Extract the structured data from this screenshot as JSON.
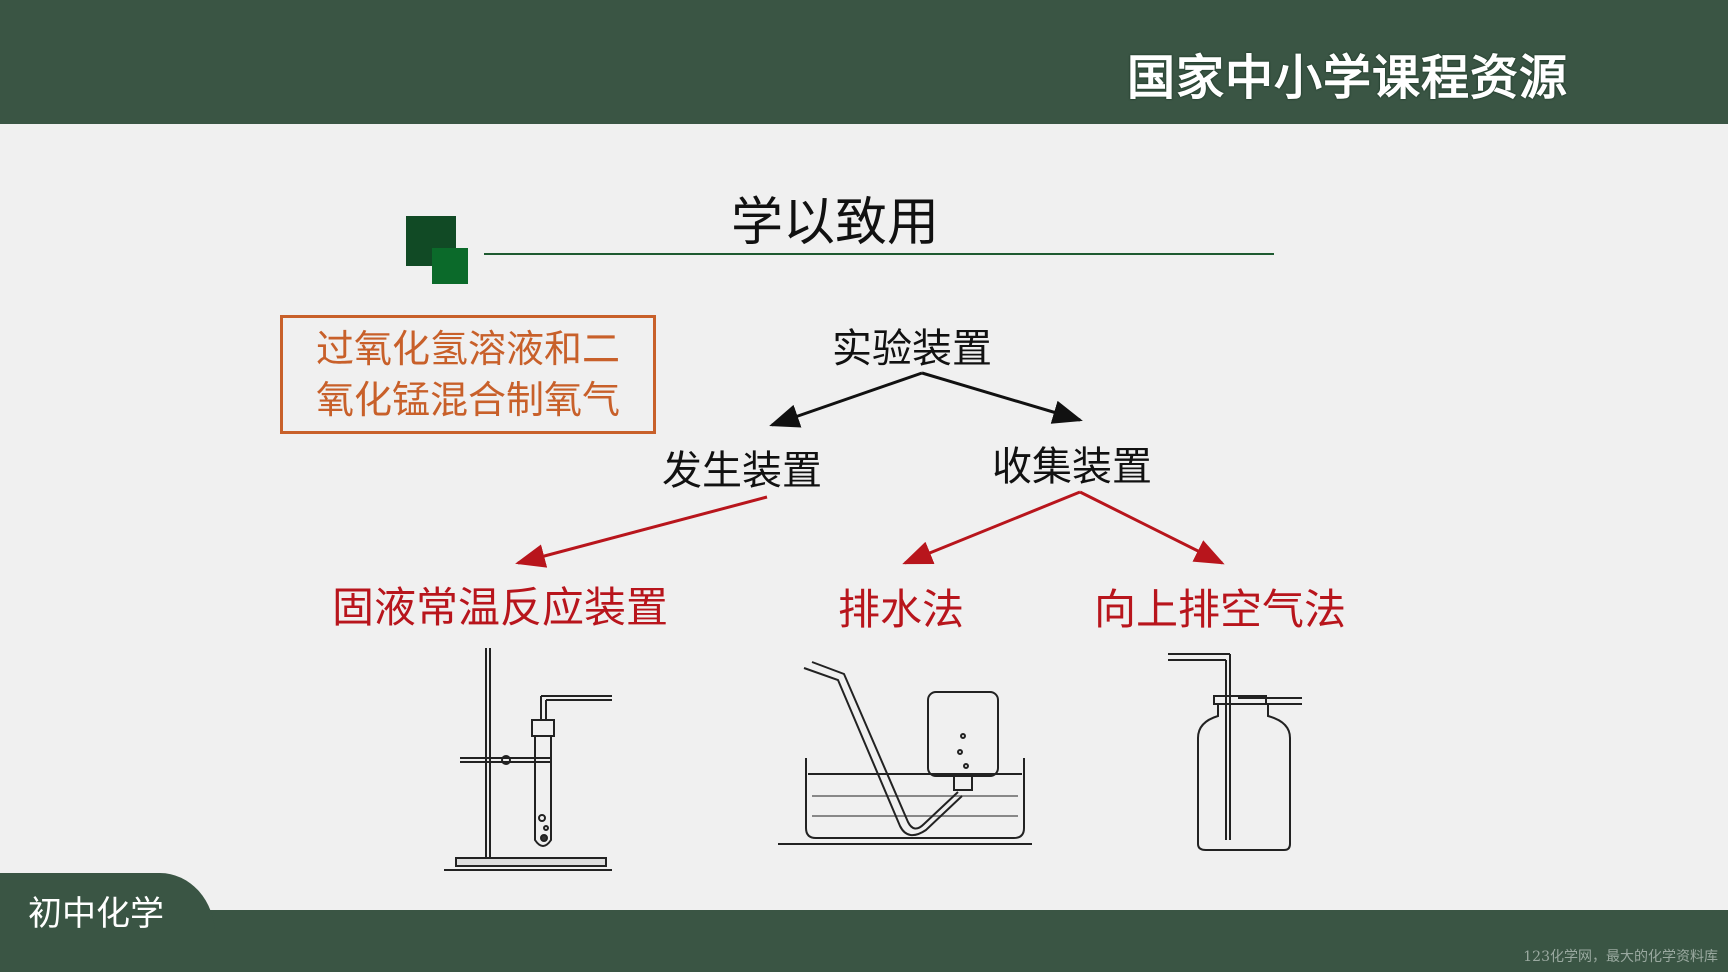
{
  "header": {
    "brand": "国家中小学课程资源"
  },
  "slide": {
    "title": "学以致用",
    "boxed_text": [
      "过氧化氢溶液和二",
      "氧化锰混合制氧气"
    ],
    "root": "实验装置",
    "branches": [
      "发生装置",
      "收集装置"
    ],
    "leaves": [
      "固液常温反应装置",
      "排水法",
      "向上排空气法"
    ]
  },
  "footer": {
    "subject": "初中化学",
    "watermark": "123化学网，最大的化学资料库"
  },
  "colors": {
    "bar": "#3a5544",
    "accent_red": "#b8151c",
    "box_orange": "#c8602a"
  }
}
